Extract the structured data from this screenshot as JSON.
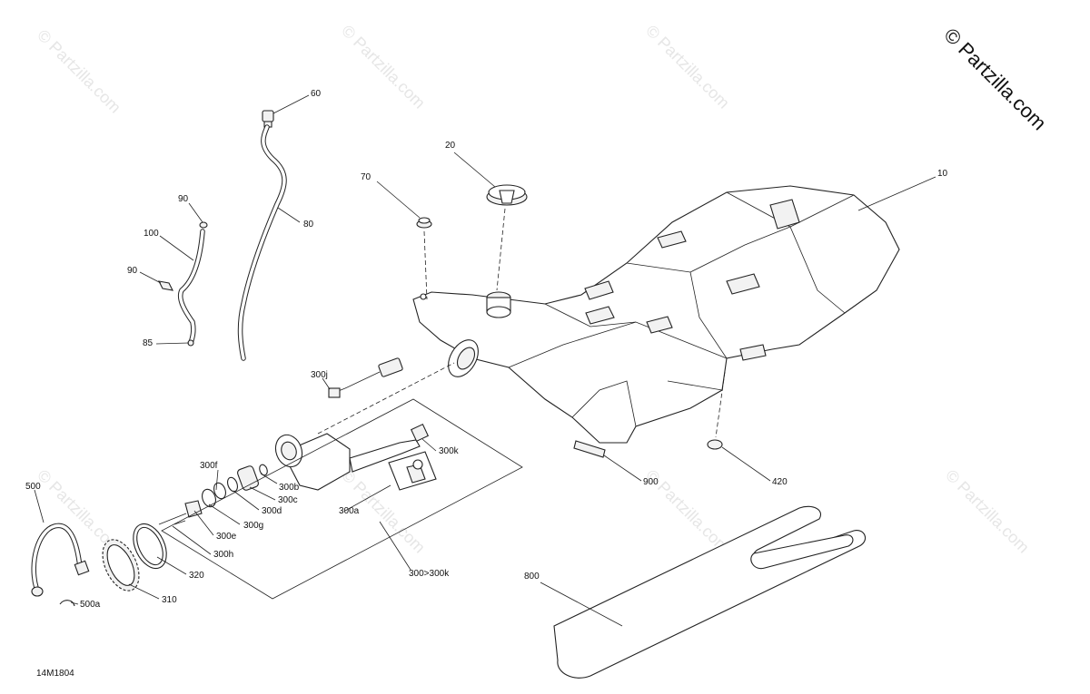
{
  "copyright": "© Partzilla.com",
  "watermark": "© Partzilla.com",
  "diagram_code": "14M1804",
  "callouts": {
    "c10": "10",
    "c20": "20",
    "c60": "60",
    "c70": "70",
    "c80": "80",
    "c90a": "90",
    "c90b": "90",
    "c100": "100",
    "c85": "85",
    "c300j": "300j",
    "c300k": "300k",
    "c300f": "300f",
    "c300b": "300b",
    "c300c": "300c",
    "c300d": "300d",
    "c300g": "300g",
    "c300e": "300e",
    "c300h": "300h",
    "c300a": "300a",
    "c300range": "300>300k",
    "c320": "320",
    "c310": "310",
    "c500": "500",
    "c500a": "500a",
    "c900": "900",
    "c420": "420",
    "c800": "800"
  }
}
